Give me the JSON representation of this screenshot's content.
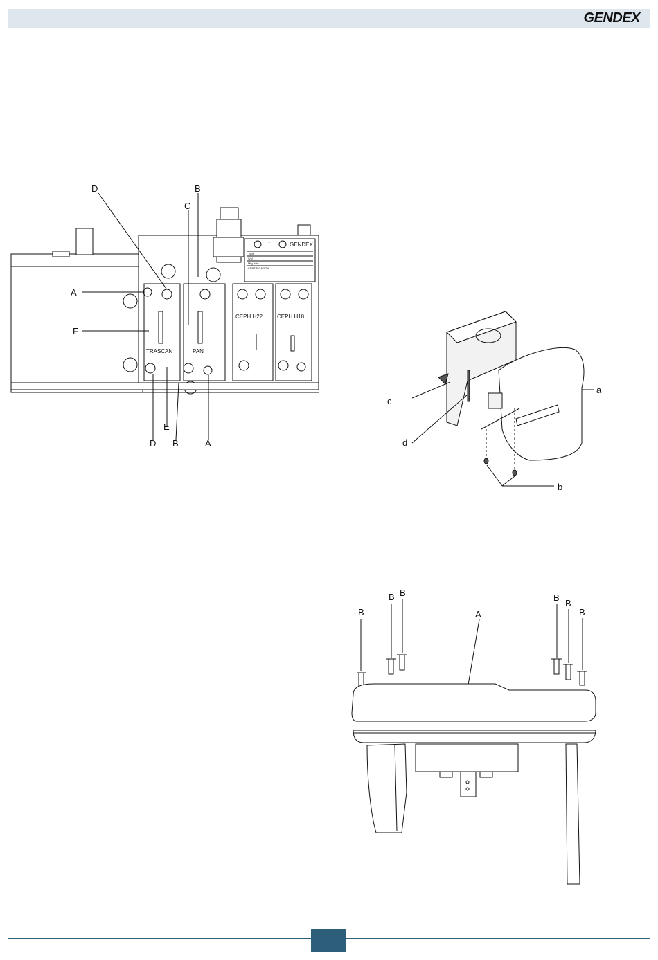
{
  "header": {
    "logo_text": "GENDEX"
  },
  "figure1": {
    "callouts_top": [
      "D",
      "C",
      "B"
    ],
    "callouts_left": [
      "A",
      "F"
    ],
    "callouts_bottom": [
      "D",
      "E",
      "B",
      "A"
    ],
    "slot_labels": [
      "TRASCAN",
      "PAN",
      "CEPH H22",
      "CEPH H18"
    ],
    "nameplate": {
      "brand": "GENDEX",
      "lines": [
        "Type",
        "S/N",
        "Mfg date",
        "CERTIFICATION"
      ]
    }
  },
  "figure2": {
    "callouts": [
      "a",
      "b",
      "c",
      "d"
    ]
  },
  "figure3": {
    "callouts_b": [
      "B",
      "B",
      "B",
      "B",
      "B",
      "B"
    ],
    "callout_a": "A"
  },
  "colors": {
    "header_bg": "#dfe7ee",
    "accent": "#2e5f7a"
  }
}
